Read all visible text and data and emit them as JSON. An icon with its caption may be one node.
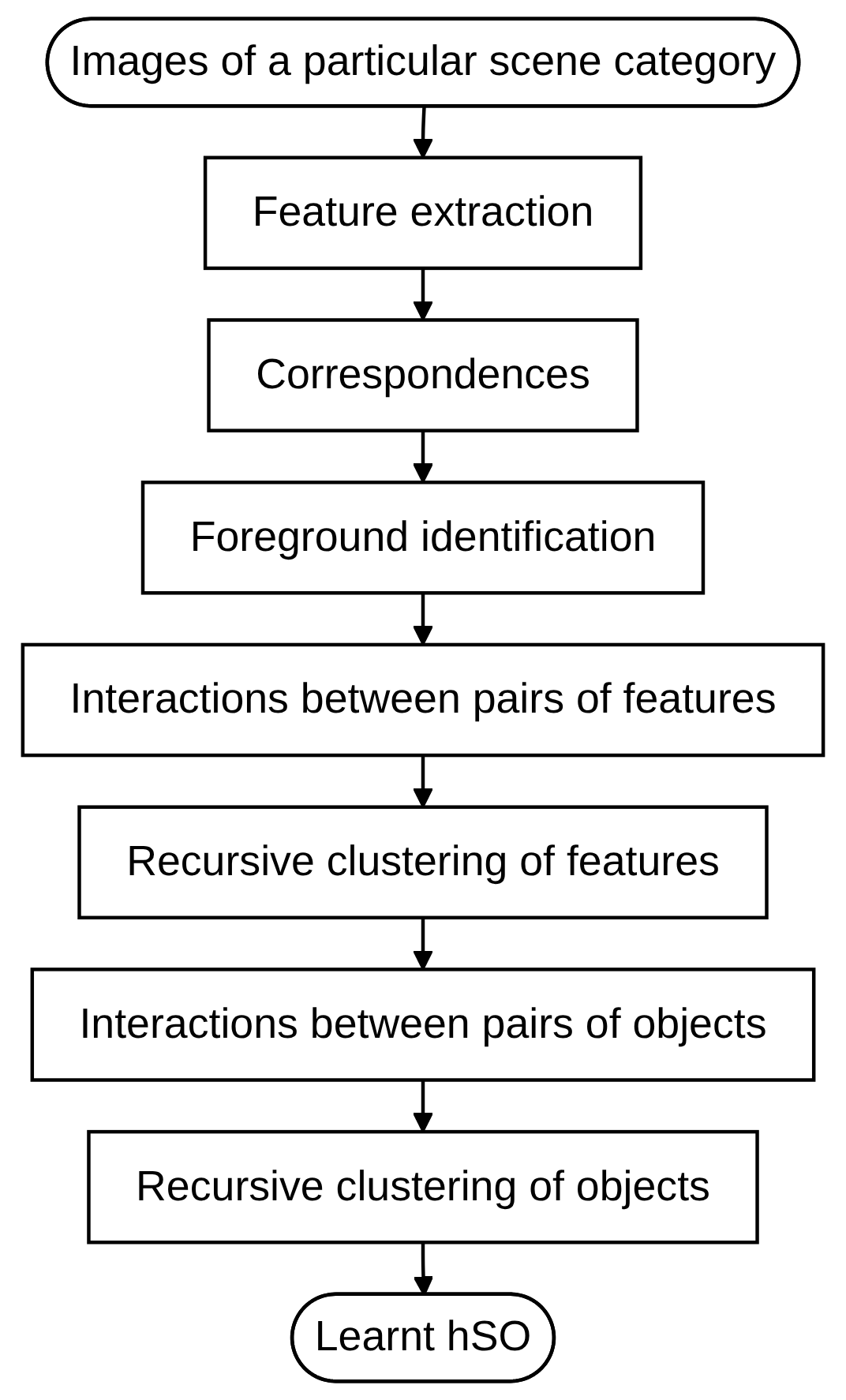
{
  "diagram": {
    "nodes": [
      {
        "text": [
          "Images of a particular scene category"
        ]
      },
      {
        "text": [
          "Feature extraction"
        ]
      },
      {
        "text": [
          "Correspondences"
        ]
      },
      {
        "text": [
          "Foreground identification"
        ]
      },
      {
        "text": [
          "Interactions between pairs of features"
        ]
      },
      {
        "text": [
          "Recursive clustering of features"
        ]
      },
      {
        "text": [
          "Interactions between pairs of objects"
        ]
      },
      {
        "text": [
          "Recursive clustering of objects"
        ]
      },
      {
        "text": [
          "Learnt hSO"
        ]
      }
    ],
    "edges": [
      {
        "from": 0,
        "to": 1,
        "arrow": "to"
      },
      {
        "from": 1,
        "to": 2,
        "arrow": "to"
      },
      {
        "from": 2,
        "to": 3,
        "arrow": "to"
      },
      {
        "from": 3,
        "to": 4,
        "arrow": "to"
      },
      {
        "from": 4,
        "to": 5,
        "arrow": "to"
      },
      {
        "from": 5,
        "to": 6,
        "arrow": "to"
      },
      {
        "from": 6,
        "to": 7,
        "arrow": "to"
      },
      {
        "from": 7,
        "to": 8,
        "arrow": "to"
      }
    ]
  }
}
